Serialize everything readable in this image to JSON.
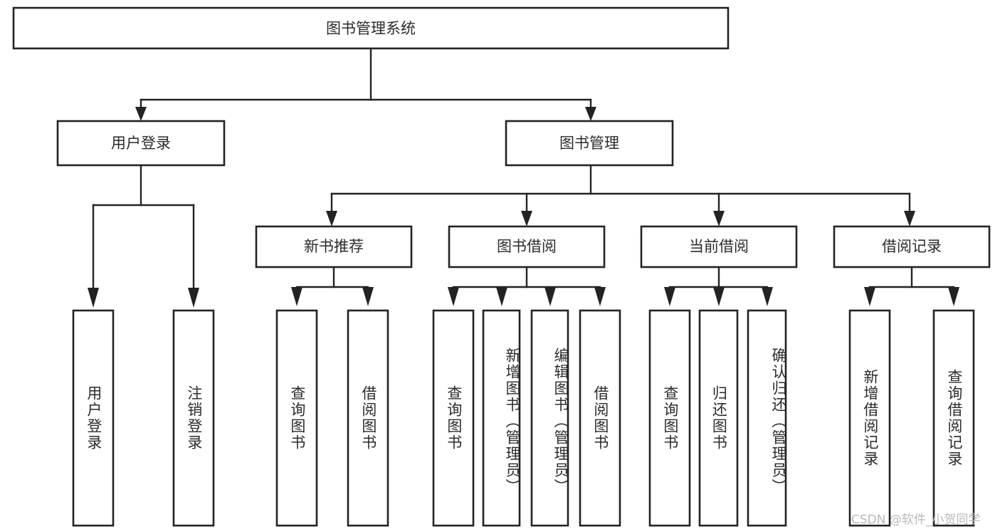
{
  "page": {
    "title": "图书管理系统 功能结构图",
    "background_color": "#ffffff",
    "line_color": "#232323",
    "text_color": "#2b2b2b"
  },
  "watermark": {
    "text": "CSDN @软件_小贺同学",
    "color": "#b9b9b9"
  },
  "chart_data": {
    "type": "diagram",
    "diagram_kind": "tree",
    "title": "图书管理系统",
    "orientation": "top-down",
    "levels": 4
  },
  "tree": {
    "root": {
      "id": "root",
      "label": "图书管理系统"
    },
    "level2": [
      {
        "id": "user-login",
        "label": "用户登录"
      },
      {
        "id": "book-manage",
        "label": "图书管理"
      }
    ],
    "level3": [
      {
        "id": "new-book-recommend",
        "label": "新书推荐",
        "parent": "book-manage"
      },
      {
        "id": "book-borrow",
        "label": "图书借阅",
        "parent": "book-manage"
      },
      {
        "id": "current-borrow",
        "label": "当前借阅",
        "parent": "book-manage"
      },
      {
        "id": "borrow-record",
        "label": "借阅记录",
        "parent": "book-manage"
      }
    ],
    "leaves": [
      {
        "id": "leaf-user-login",
        "label": "用户登录",
        "parent": "user-login"
      },
      {
        "id": "leaf-user-logout",
        "label": "注销登录",
        "parent": "user-login"
      },
      {
        "id": "leaf-query-book-1",
        "label": "查询图书",
        "parent": "new-book-recommend"
      },
      {
        "id": "leaf-borrow-book-1",
        "label": "借阅图书",
        "parent": "new-book-recommend"
      },
      {
        "id": "leaf-query-book-2",
        "label": "查询图书",
        "parent": "book-borrow"
      },
      {
        "id": "leaf-add-book",
        "label": "新增图书（管理员）",
        "parent": "book-borrow"
      },
      {
        "id": "leaf-edit-book",
        "label": "编辑图书（管理员）",
        "parent": "book-borrow"
      },
      {
        "id": "leaf-borrow-book-2",
        "label": "借阅图书",
        "parent": "book-borrow"
      },
      {
        "id": "leaf-query-book-3",
        "label": "查询图书",
        "parent": "current-borrow"
      },
      {
        "id": "leaf-return-book",
        "label": "归还图书",
        "parent": "current-borrow"
      },
      {
        "id": "leaf-confirm-return",
        "label": "确认归还（管理员）",
        "parent": "current-borrow"
      },
      {
        "id": "leaf-add-record",
        "label": "新增借阅记录",
        "parent": "borrow-record"
      },
      {
        "id": "leaf-query-record",
        "label": "查询借阅记录",
        "parent": "borrow-record"
      }
    ]
  }
}
